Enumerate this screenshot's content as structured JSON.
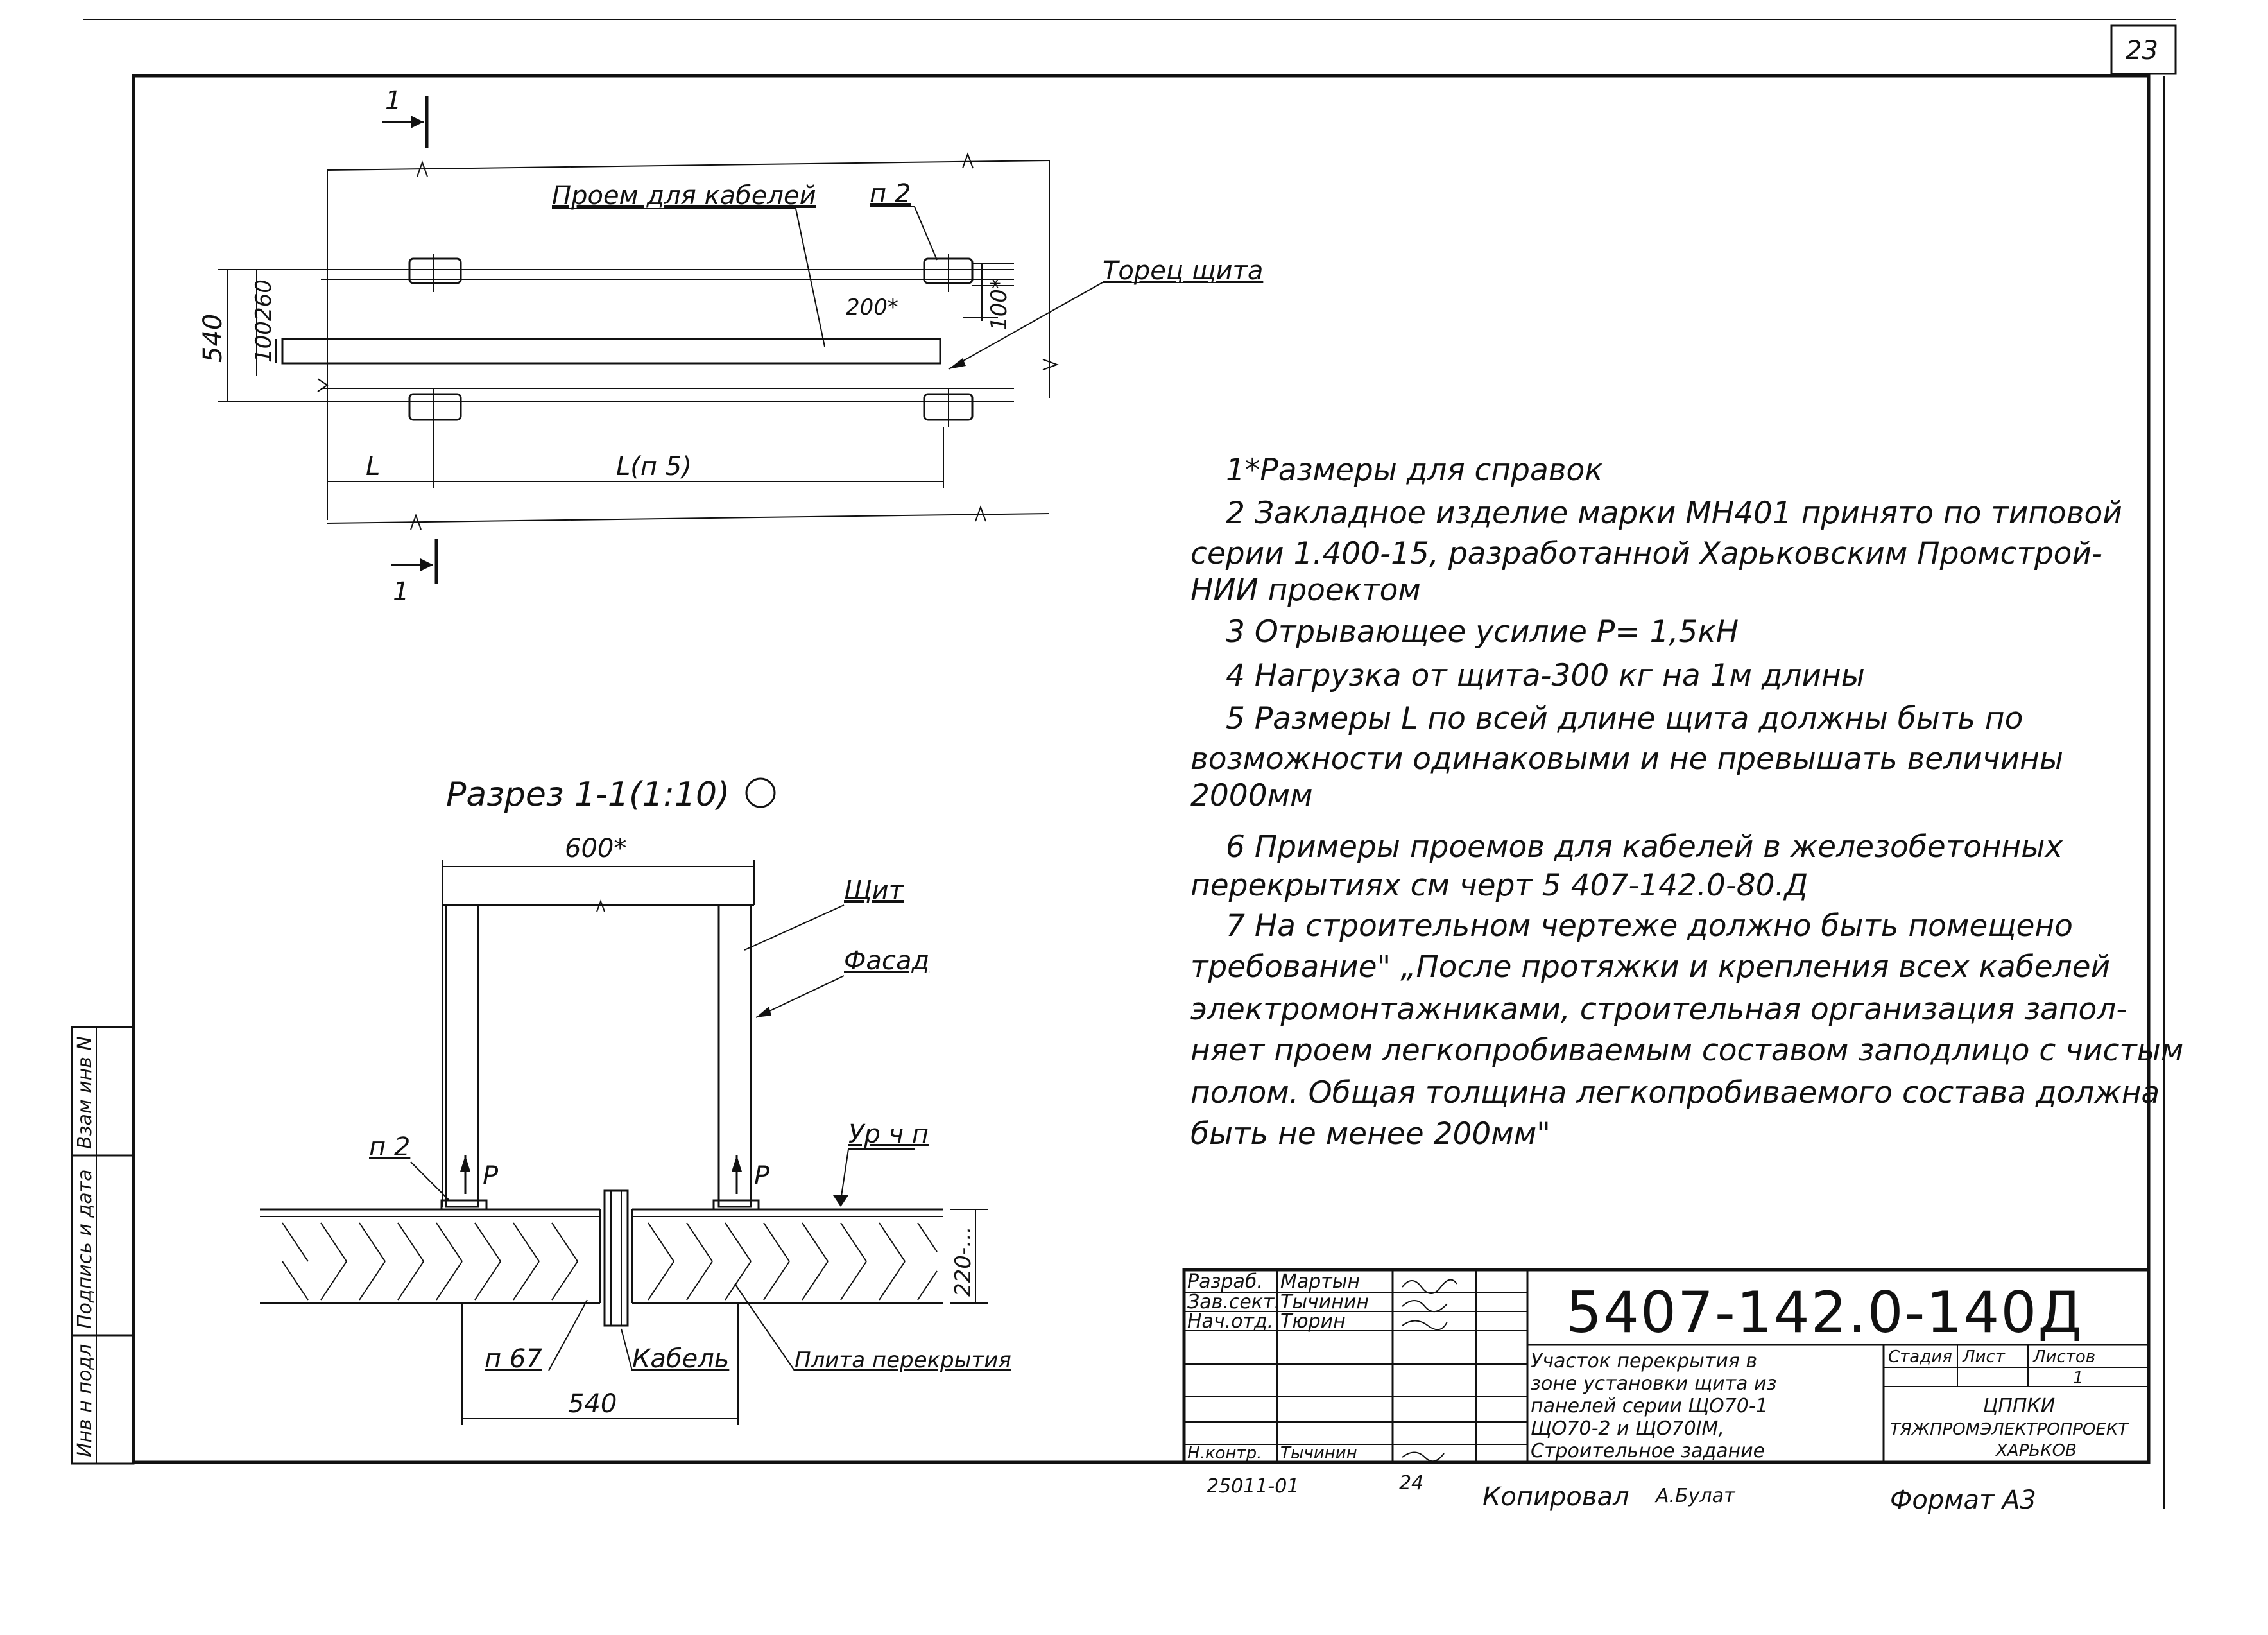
{
  "sheet": {
    "page_number": "23",
    "format_label": "Формат А3",
    "copied_label": "Копировал",
    "copied_signature": "А.Булат",
    "inventory_number": "25011-01",
    "inventory_sheet": "24"
  },
  "side_stamp": {
    "fields": [
      "Инв н подл",
      "Подпись и дата",
      "Взам инв N"
    ]
  },
  "plan_view": {
    "section_mark": "1",
    "opening_label": "Проем для кабелей",
    "part_label": "п 2",
    "end_label": "Торец щита",
    "dim_540": "540",
    "dim_100": "100",
    "dim_260": "260",
    "dim_200": "200*",
    "dim_100s": "100*",
    "dim_L": "L",
    "dim_Ln5": "L(п 5)"
  },
  "section_view": {
    "title": "Разрез 1-1(1:10)",
    "dim_600": "600*",
    "shield_label": "Щит",
    "facade_label": "Фасад",
    "part_label": "п 2",
    "load_label": "P",
    "level_label": "Ур ч п",
    "part67_label": "п 67",
    "cable_label": "Кабель",
    "slab_label": "Плита перекрытия",
    "dim_540": "540",
    "dim_220": "220-..."
  },
  "notes": [
    "1*Размеры для справок",
    "2 Закладное изделие марки МН401 принято по типовой",
    "серии 1.400-15, разработанной Харьковским Промстрой-",
    "НИИ проектом",
    "3 Отрывающее усилие P= 1,5кН",
    "4 Нагрузка от щита-300 кг на 1м длины",
    "5 Размеры L по всей длине щита должны быть по",
    "возможности одинаковыми и не превышать величины",
    "2000мм",
    "6 Примеры проемов для кабелей в железобетонных",
    "перекрытиях см черт 5 407-142.0-80.Д",
    "7 На строительном чертеже должно быть помещено",
    "требование\" „После протяжки и крепления всех кабелей",
    "электромонтажниками, строительная организация запол-",
    "няет проем легкопробиваемым составом заподлицо с чистым",
    "полом. Общая толщина легкопробиваемого состава должна",
    "быть не менее 200мм\""
  ],
  "title_block": {
    "doc_number": "5407-142.0-140Д",
    "roles": [
      "Разраб.",
      "Зав.сект.",
      "Нач.отд."
    ],
    "names": [
      "Мартын",
      "Тычинин",
      "Тюрин"
    ],
    "control_role": "Н.контр.",
    "control_name": "Тычинин",
    "title_lines": [
      "Участок перекрытия в",
      "зоне установки щита из",
      "панелей серии ЩО70-1",
      "ЩО70-2 и ЩО70IM,",
      "Строительное задание"
    ],
    "stage_header": "Стадия",
    "sheet_header": "Лист",
    "sheets_header": "Листов",
    "sheets_value": "1",
    "org_lines": [
      "ЦППКИ",
      "ТЯЖПРОМЭЛЕКТРОПРОЕКТ",
      "ХАРЬКОВ"
    ]
  }
}
